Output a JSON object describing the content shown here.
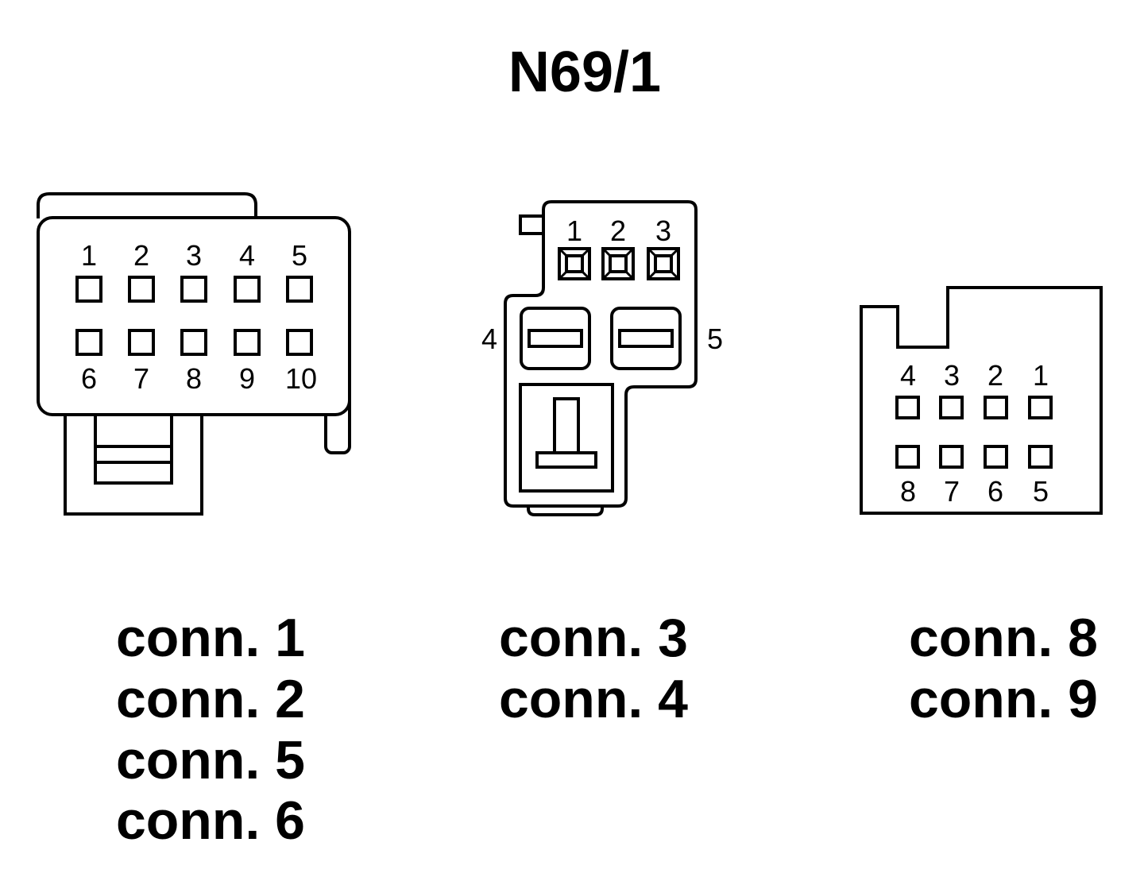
{
  "title": "N69/1",
  "connector_a": {
    "top_pins": [
      "1",
      "2",
      "3",
      "4",
      "5"
    ],
    "bottom_pins": [
      "6",
      "7",
      "8",
      "9",
      "10"
    ],
    "labels": [
      "conn. 1",
      "conn. 2",
      "conn. 5",
      "conn. 6"
    ]
  },
  "connector_b": {
    "top_pins": [
      "1",
      "2",
      "3"
    ],
    "side_pins": [
      "4",
      "5"
    ],
    "labels": [
      "conn. 3",
      "conn. 4"
    ]
  },
  "connector_c": {
    "top_pins": [
      "4",
      "3",
      "2",
      "1"
    ],
    "bottom_pins": [
      "8",
      "7",
      "6",
      "5"
    ],
    "labels": [
      "conn. 8",
      "conn. 9"
    ]
  }
}
